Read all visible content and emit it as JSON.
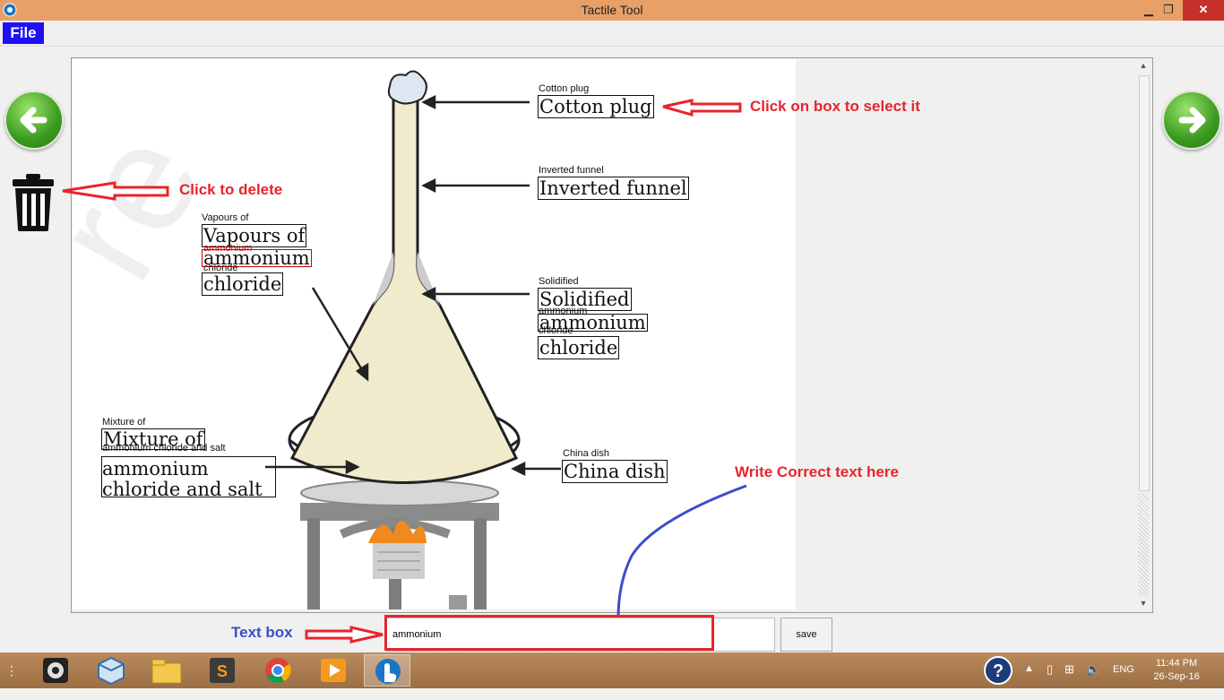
{
  "window": {
    "title": "Tactile Tool"
  },
  "menu": {
    "file_label": "File"
  },
  "diagram": {
    "labels": [
      {
        "id": "cotton",
        "small": "Cotton plug",
        "lines": [
          "Cotton plug"
        ]
      },
      {
        "id": "funnel",
        "small": "Inverted funnel",
        "lines": [
          "Inverted funnel"
        ]
      },
      {
        "id": "vapours",
        "small": "Vapours of",
        "small2": "ammonium",
        "small3": "chloride",
        "lines": [
          "Vapours of",
          "ammonium",
          "chloride"
        ]
      },
      {
        "id": "solidified",
        "small": "Solidified",
        "small2": "ammonium",
        "small3": "chloride",
        "lines": [
          "Solidified",
          "ammonium",
          "chloride"
        ]
      },
      {
        "id": "mixture",
        "small": "Mixture of",
        "small2": "ammonium chloride and salt",
        "lines": [
          "Mixture of",
          "ammonium",
          "chloride and salt"
        ]
      },
      {
        "id": "china",
        "small": "China dish",
        "lines": [
          "China dish"
        ]
      }
    ]
  },
  "annotations": {
    "select": "Click on box to select it",
    "delete": "Click to delete",
    "write": "Write Correct text here",
    "textbox": "Text box"
  },
  "editor": {
    "value": "ammonium",
    "save_label": "save"
  },
  "taskbar": {
    "lang": "ENG",
    "time": "11:44 PM",
    "date": "26-Sep-16"
  },
  "colors": {
    "accent_red": "#e8242c",
    "accent_blue": "#3a4fc6",
    "file_blue": "#1f10f5"
  }
}
